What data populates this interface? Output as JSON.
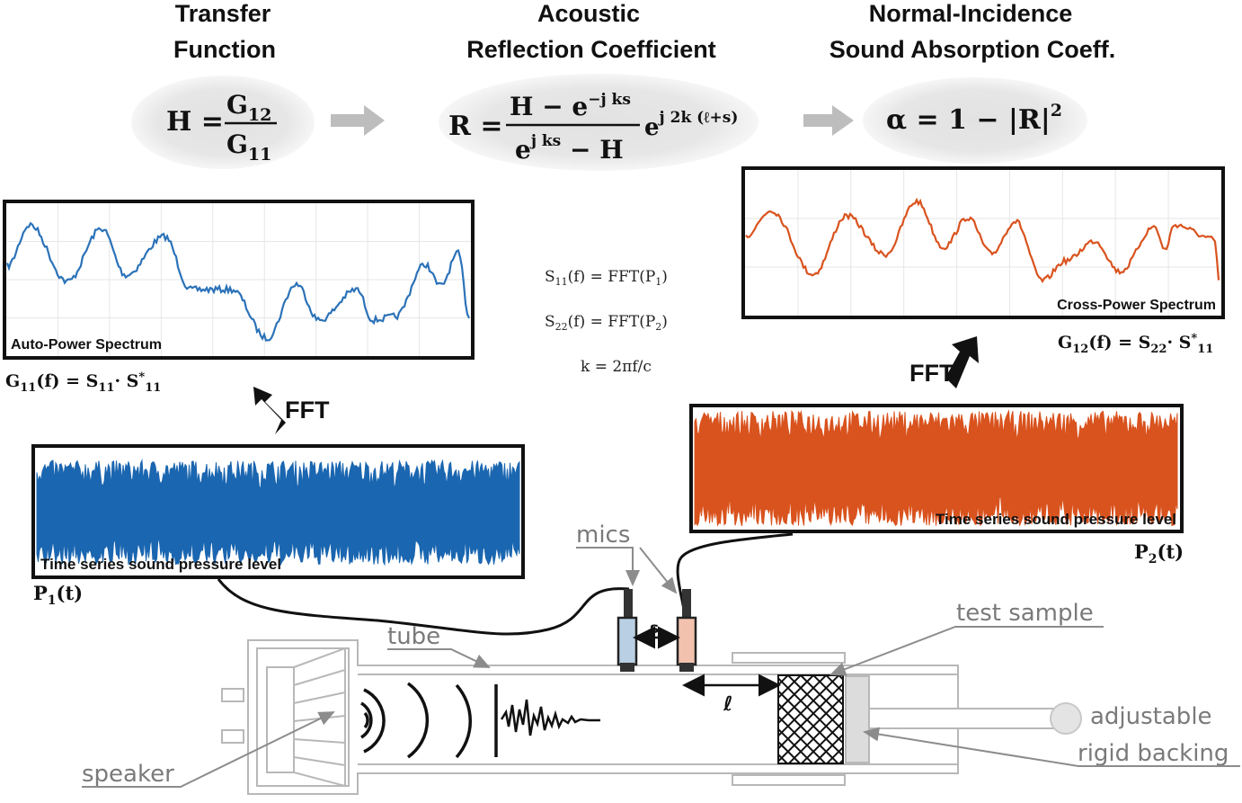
{
  "headers": {
    "transfer": [
      "Transfer",
      "Function"
    ],
    "reflection": [
      "Acoustic",
      "Reflection Coefficient"
    ],
    "absorption": [
      "Normal-Incidence",
      "Sound Absorption Coeff."
    ]
  },
  "equations": {
    "h": {
      "lhs": "H =",
      "num": "G",
      "num_sub": "12",
      "den": "G",
      "den_sub": "11"
    },
    "r": {
      "lhs": "R =",
      "num": "H − e",
      "num_sup": "−j ks",
      "den": "e",
      "den_sup": "j ks",
      "den_tail": " − H",
      "factor": "e",
      "factor_sup": "j 2k (ℓ+s)"
    },
    "alpha": {
      "text": "α = 1 − |R|",
      "sup": "2"
    }
  },
  "middle_equations": [
    {
      "main": "S",
      "sub": "11",
      "tail": "(f) = FFT(P",
      "tail_sub": "1",
      "end": ")"
    },
    {
      "main": "S",
      "sub": "22",
      "tail": "(f) = FFT(P",
      "tail_sub": "2",
      "end": ")"
    },
    {
      "main": "k = 2πf/c",
      "sub": "",
      "tail": "",
      "tail_sub": "",
      "end": ""
    }
  ],
  "panels": {
    "auto_power": {
      "label": "Auto-Power Spectrum",
      "formula": "G",
      "formula_sub": "11",
      "formula_tail": "(f) = S",
      "formula_sub2": "11",
      "formula_dot": "· S",
      "formula_sup": "*",
      "formula_sub3": "11"
    },
    "cross_power": {
      "label": "Cross-Power Spectrum",
      "formula": "G",
      "formula_sub": "12",
      "formula_tail": "(f) = S",
      "formula_sub2": "22",
      "formula_dot": "· S",
      "formula_sup": "*",
      "formula_sub3": "11"
    },
    "time_p1": {
      "label": "Time series sound pressure level",
      "signal": "P",
      "signal_sub": "1",
      "signal_tail": "(t)"
    },
    "time_p2": {
      "label": "Time series sound pressure level",
      "signal": "P",
      "signal_sub": "2",
      "signal_tail": "(t)"
    }
  },
  "fft_labels": {
    "left": "FFT",
    "right": "FFT"
  },
  "apparatus": {
    "mics": "mics",
    "tube": "tube",
    "test_sample": "test sample",
    "adjustable": "adjustable",
    "rigid_backing": "rigid backing",
    "speaker": "speaker",
    "s": "s",
    "l": "ℓ"
  },
  "colors": {
    "blue": "#2b72b8",
    "orange": "#d9531e",
    "bubble": "#e0e0e0",
    "arrow_gray": "#bdbdbd",
    "mic_blue": "#b9cfe4",
    "mic_orange": "#f2c2ae"
  }
}
